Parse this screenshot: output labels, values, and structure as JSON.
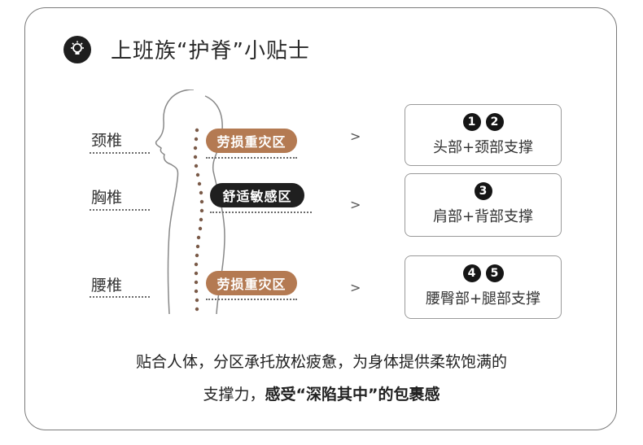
{
  "title": "上班族“护脊”小贴士",
  "icons": {
    "title_icon": "lightbulb-icon"
  },
  "colors": {
    "brown_pill": "#b47a52",
    "dark_pill": "#1f1f1f",
    "dots": "#7a5a48"
  },
  "regions": [
    {
      "label": "颈椎",
      "zone": "劳损重灾区",
      "arrow": ">",
      "nums": [
        "1",
        "2"
      ],
      "support": "头部+颈部支撑"
    },
    {
      "label": "胸椎",
      "zone": "舒适敏感区",
      "arrow": ">",
      "nums": [
        "3"
      ],
      "support": "肩部+背部支撑"
    },
    {
      "label": "腰椎",
      "zone": "劳损重灾区",
      "arrow": ">",
      "nums": [
        "4",
        "5"
      ],
      "support": "腰臀部+腿部支撑"
    }
  ],
  "bottom": {
    "line1": "贴合人体，分区承托放松疲惫，为身体提供柔软饱满的",
    "line2_normal": "支撑力，",
    "line2_bold": "感受“深陷其中”的包裹感"
  }
}
